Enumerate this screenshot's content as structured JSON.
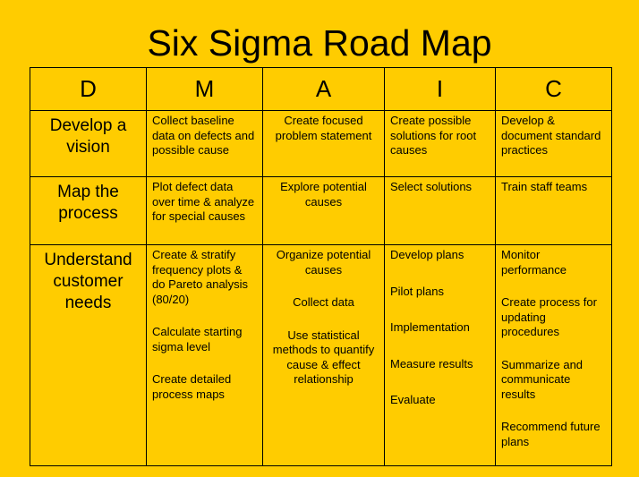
{
  "title": "Six Sigma Road Map",
  "headers": [
    "D",
    "M",
    "A",
    "I",
    "C"
  ],
  "rows": [
    {
      "label": "Develop a\nvision",
      "m": [
        "Collect baseline data on defects and possible cause"
      ],
      "a": [
        "Create focused problem statement"
      ],
      "i": [
        "Create possible solutions for root causes"
      ],
      "c": [
        "Develop & document standard practices"
      ]
    },
    {
      "label": "Map the\nprocess",
      "m": [
        "Plot defect data over time & analyze for special causes"
      ],
      "a": [
        "Explore potential causes"
      ],
      "i": [
        "Select solutions"
      ],
      "c": [
        "Train staff teams"
      ]
    },
    {
      "label": "Understand\ncustomer\nneeds",
      "m": [
        "Create & stratify frequency plots & do Pareto analysis (80/20)",
        "Calculate starting sigma level",
        "Create detailed process maps"
      ],
      "a": [
        "Organize potential causes",
        "Collect data",
        "Use statistical methods to quantify cause & effect relationship"
      ],
      "i": [
        "Develop plans",
        "Pilot plans",
        "Implementation",
        "Measure results",
        "Evaluate"
      ],
      "c": [
        "Monitor performance",
        "Create process for updating procedures",
        "Summarize and communicate results",
        "Recommend future plans"
      ]
    }
  ]
}
